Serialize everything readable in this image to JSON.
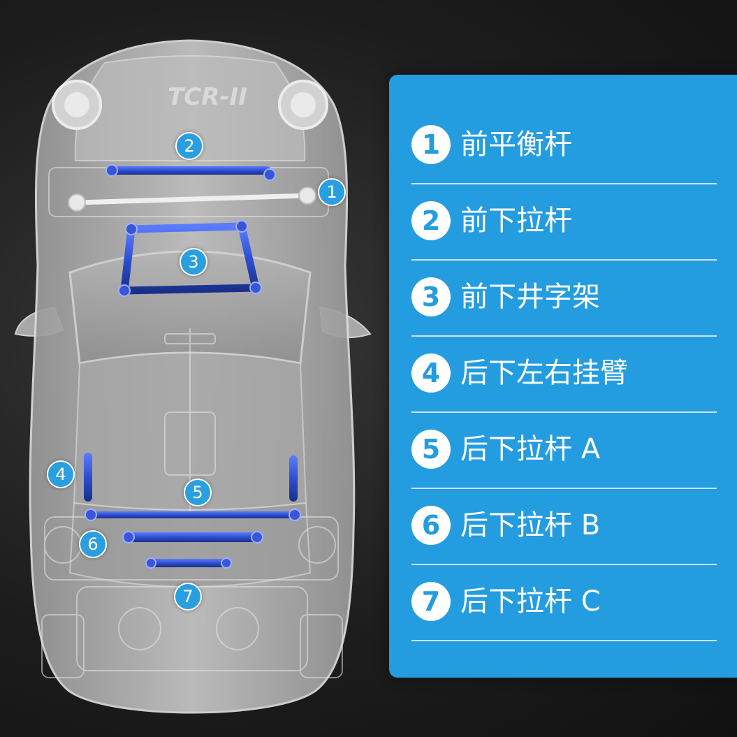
{
  "car": {
    "badge_text": "TCR-II"
  },
  "markers": [
    {
      "num": "1"
    },
    {
      "num": "2"
    },
    {
      "num": "3"
    },
    {
      "num": "4"
    },
    {
      "num": "5"
    },
    {
      "num": "6"
    },
    {
      "num": "7"
    }
  ],
  "legend": {
    "items": [
      {
        "num": "1",
        "label": "前平衡杆"
      },
      {
        "num": "2",
        "label": "前下拉杆"
      },
      {
        "num": "3",
        "label": "前下井字架"
      },
      {
        "num": "4",
        "label": "后下左右挂臂"
      },
      {
        "num": "5",
        "label": "后下拉杆 A"
      },
      {
        "num": "6",
        "label": "后下拉杆 B"
      },
      {
        "num": "7",
        "label": "后下拉杆 C"
      }
    ]
  },
  "colors": {
    "panel": "#249ce0",
    "bar": "#2d4fd0",
    "marker": "#2a9fe0"
  }
}
